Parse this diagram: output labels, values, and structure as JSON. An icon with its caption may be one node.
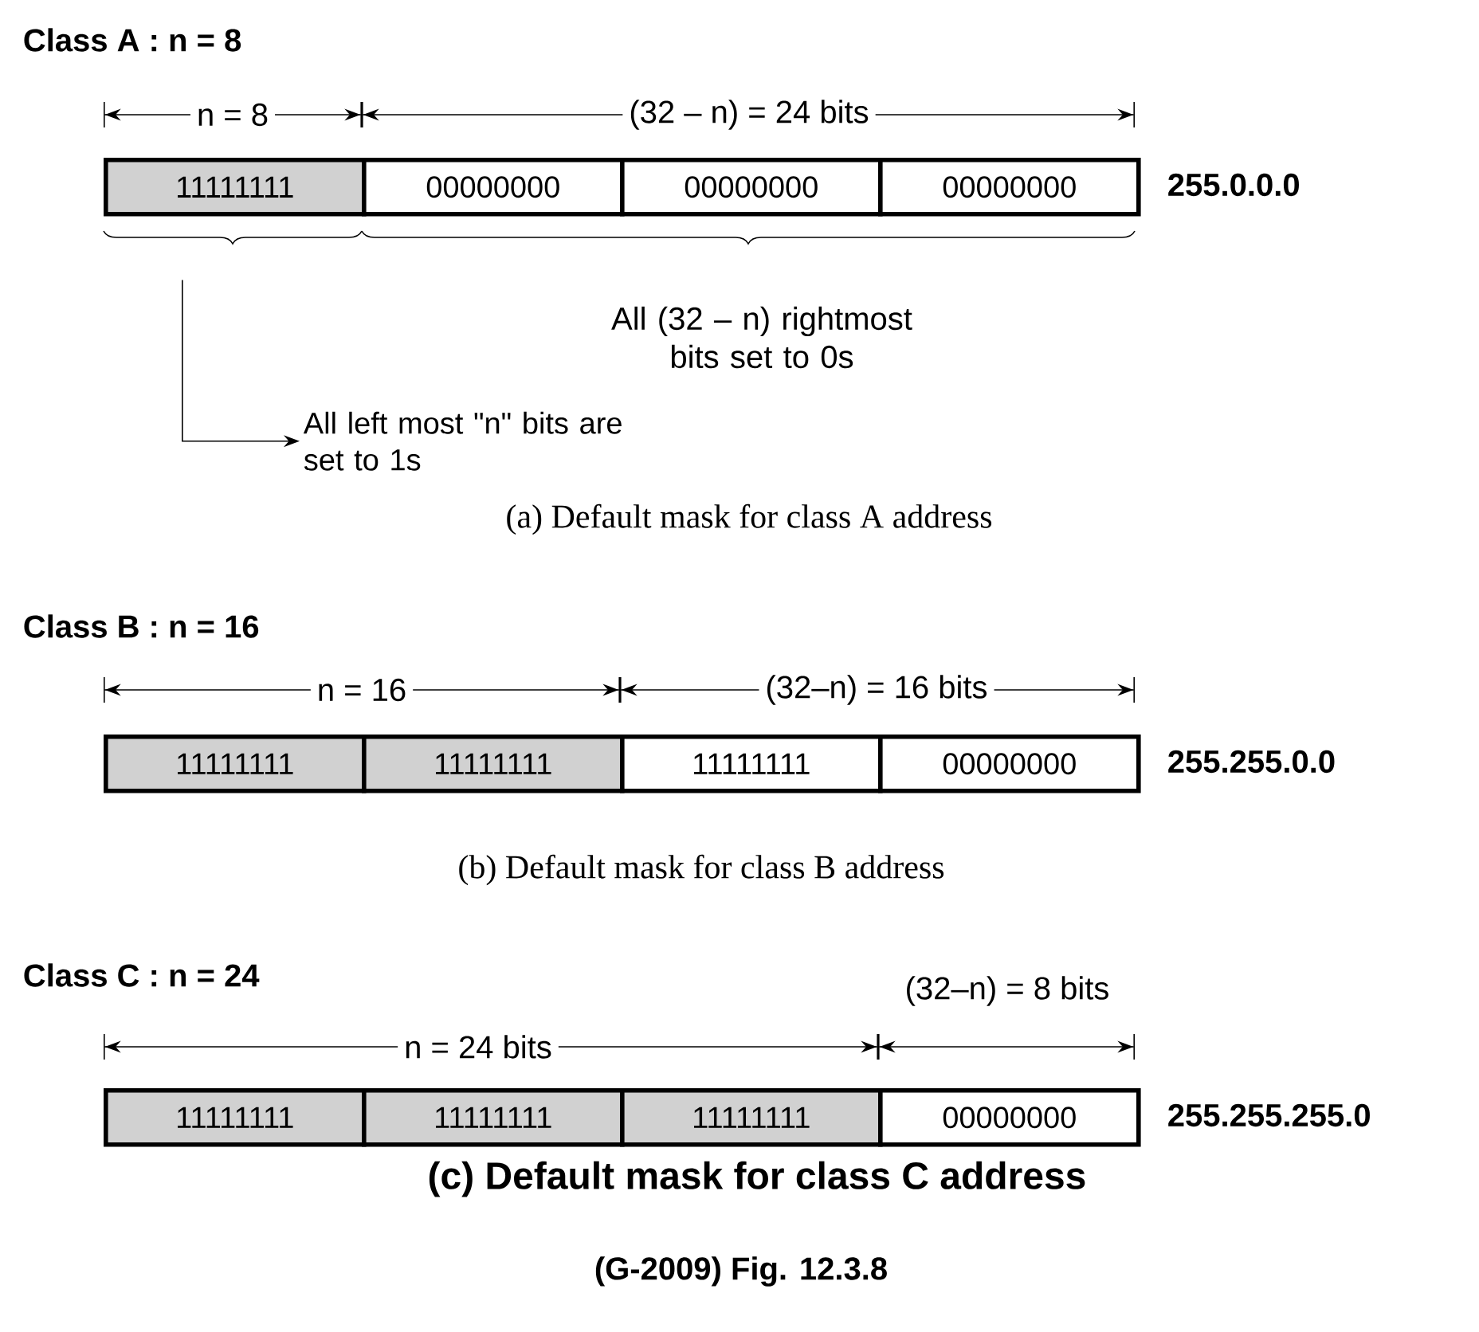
{
  "diagram": {
    "nodes": [
      {
        "text": [
          "11111111"
        ]
      },
      {
        "text": [
          "00000000"
        ]
      },
      {
        "text": [
          "00000000"
        ]
      },
      {
        "text": [
          "00000000"
        ]
      },
      {
        "text": [
          "11111111"
        ]
      },
      {
        "text": [
          "11111111"
        ]
      },
      {
        "text": [
          "11111111"
        ]
      },
      {
        "text": [
          "00000000"
        ]
      },
      {
        "text": [
          "11111111"
        ]
      },
      {
        "text": [
          "11111111"
        ]
      },
      {
        "text": [
          "11111111"
        ]
      },
      {
        "text": [
          "00000000"
        ]
      },
      {
        "text": [
          "All left most \"n\" bits are set to 1s"
        ]
      }
    ],
    "edges": [
      {
        "from": 0,
        "to": 12,
        "arrow": "to"
      }
    ],
    "labels": [
      "Class A : n = 8",
      "n = 8",
      "(32 – n) = 24 bits",
      "255.0.0.0",
      "All (32 – n) rightmost bits set to 0s",
      "(a) Default mask for class A address",
      "Class B : n = 16",
      "n = 16",
      "(32–n) = 16 bits",
      "255.255.0.0",
      "(b) Default mask for class B address",
      "Class C : n = 24",
      "(32–n) = 8 bits",
      "n = 24 bits",
      "255.255.255.0",
      "(c) Default mask for class C address",
      "(G-2009) Fig. 12.3.8"
    ]
  }
}
